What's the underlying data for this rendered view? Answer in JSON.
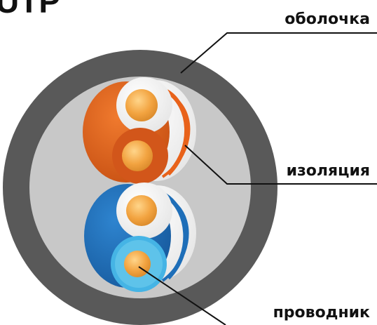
{
  "labels": {
    "top_partial": "UTP",
    "sheath": "оболочка",
    "insulation": "изоляция",
    "conductor": "проводник"
  },
  "colors": {
    "outer_jacket": "#595959",
    "inner_fill": "#C8C8C8",
    "orange_pair": "#E8621A",
    "orange_dark": "#C04E10",
    "blue_pair": "#1E6EB8",
    "blue_dark": "#165A99",
    "light_blue": "#5EC3EA",
    "copper_core": "#F2A340",
    "white_insulation": "#FFFFFF",
    "line": "#111111"
  }
}
